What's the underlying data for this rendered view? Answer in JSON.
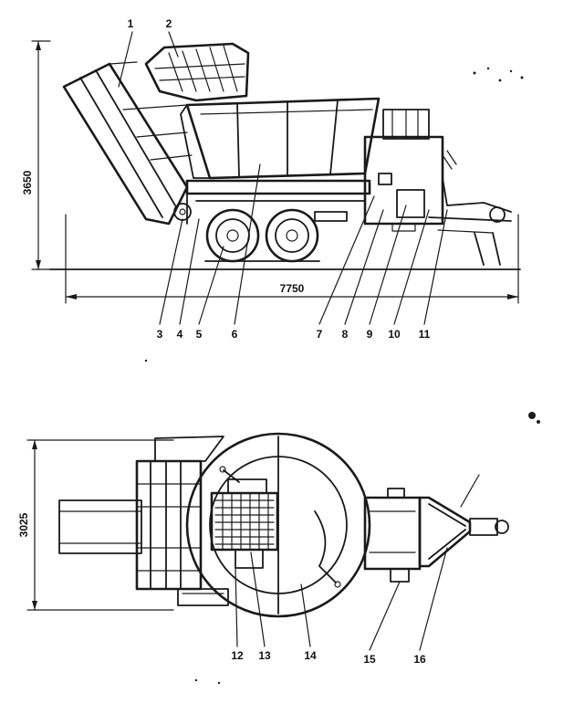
{
  "side_view": {
    "callouts_top": [
      "1",
      "2"
    ],
    "callouts_bottom": [
      "3",
      "4",
      "5",
      "6",
      "7",
      "8",
      "9",
      "10",
      "11"
    ],
    "height_dimension": "3650",
    "length_dimension": "7750"
  },
  "top_view": {
    "callouts_bottom": [
      "12",
      "13",
      "14",
      "15",
      "16"
    ],
    "width_dimension": "3025"
  },
  "colors": {
    "ink": "#1a1a1a",
    "paper": "#ffffff"
  }
}
